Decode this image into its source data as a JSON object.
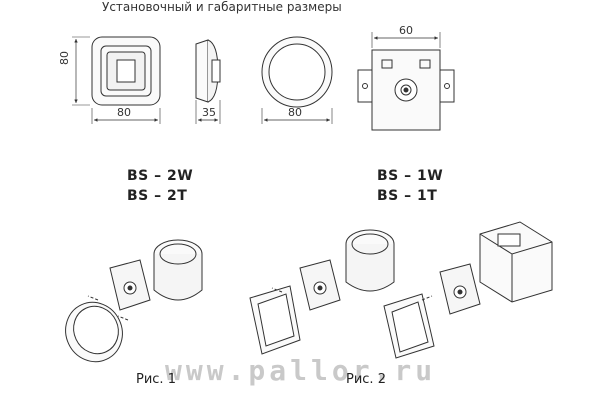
{
  "title": "Установочный и габаритные размеры",
  "dims": {
    "front_height": "80",
    "front_width": "80",
    "side_depth": "35",
    "round_width": "80",
    "box_width": "60"
  },
  "models": {
    "left_line1": "BS – 2W",
    "left_line2": "BS – 2T",
    "right_line1": "BS – 1W",
    "right_line2": "BS – 1T"
  },
  "figures": {
    "fig1": "Рис. 1",
    "fig2": "Рис. 2"
  },
  "watermark": "www.pallor.ru"
}
